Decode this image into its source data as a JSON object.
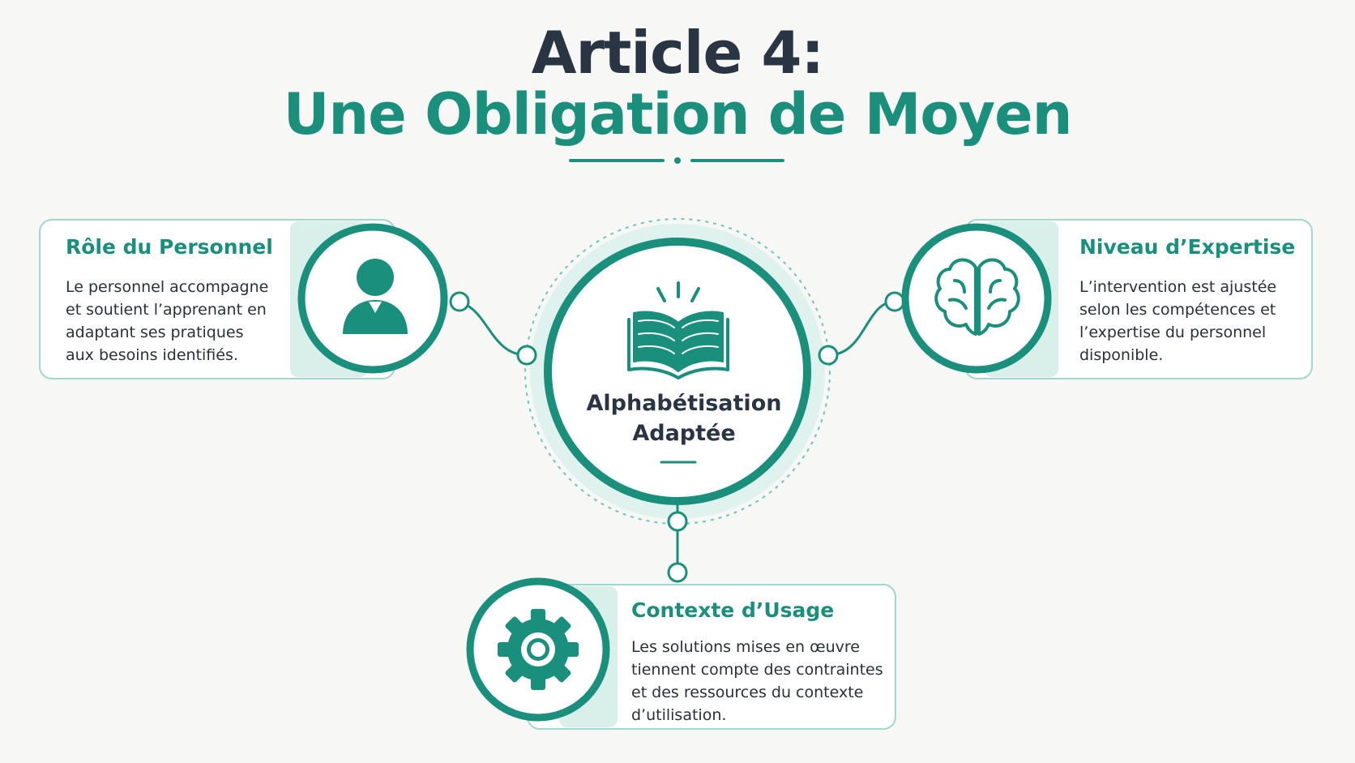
{
  "title": {
    "line1": "Article 4:",
    "line2": "Une Obligation de Moyen"
  },
  "center": {
    "line1": "Alphabétisation",
    "line2": "Adaptée",
    "icon": "open-book-icon"
  },
  "cards": {
    "personnel": {
      "title": "Rôle du Personnel",
      "lines": [
        "Le personnel accompagne",
        "et soutient l’apprenant en",
        "adaptant ses pratiques",
        "aux besoins identifiés."
      ],
      "icon": "person-icon"
    },
    "expertise": {
      "title": "Niveau d’Expertise",
      "lines": [
        "L’intervention est ajustée",
        "selon les compétences et",
        "l’expertise du personnel",
        "disponible."
      ],
      "icon": "brain-icon"
    },
    "contexte": {
      "title": "Contexte d’Usage",
      "lines": [
        "Les solutions mises en œuvre",
        "tiennent compte des contraintes",
        "et des ressources du contexte",
        "d’utilisation."
      ],
      "icon": "gear-icon"
    }
  },
  "colors": {
    "accent": "#1a8f7c",
    "dark": "#2a3544",
    "border": "#9fd8cc",
    "tint": "#d9efea",
    "background": "#f7f7f6"
  }
}
